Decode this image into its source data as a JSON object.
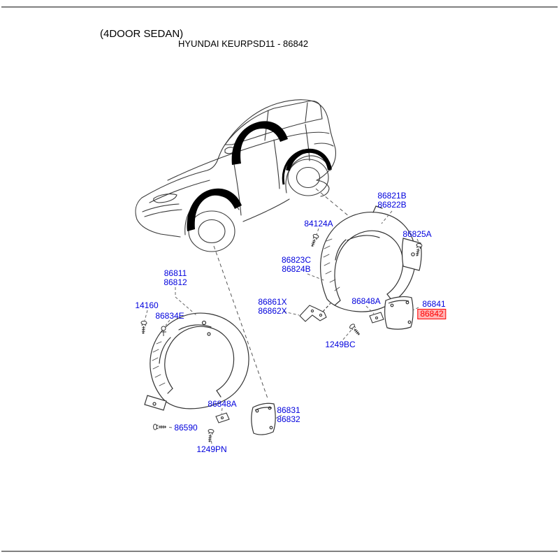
{
  "header": {
    "body_type": "(4DOOR SEDAN)",
    "catalog_title": "HYUNDAI KEURPSD11 - 86842"
  },
  "selected_part": "86842",
  "colors": {
    "label-blue": "#0000dd",
    "highlight-red": "#ff0000",
    "highlight-bg": "#ffb3b3",
    "line": "#333333"
  },
  "labels": [
    {
      "part": "86821B"
    },
    {
      "part": "86822B"
    },
    {
      "part": "84124A"
    },
    {
      "part": "86825A"
    },
    {
      "part": "86823C"
    },
    {
      "part": "86824B"
    },
    {
      "part": "86861X"
    },
    {
      "part": "86862X"
    },
    {
      "part": "86848A"
    },
    {
      "part": "86841"
    },
    {
      "part": "86842",
      "highlighted": true
    },
    {
      "part": "1249BC"
    },
    {
      "part": "86811"
    },
    {
      "part": "86812"
    },
    {
      "part": "14160"
    },
    {
      "part": "86834E"
    },
    {
      "part": "86848A"
    },
    {
      "part": "86831"
    },
    {
      "part": "86832"
    },
    {
      "part": "86590"
    },
    {
      "part": "1249PN"
    }
  ]
}
